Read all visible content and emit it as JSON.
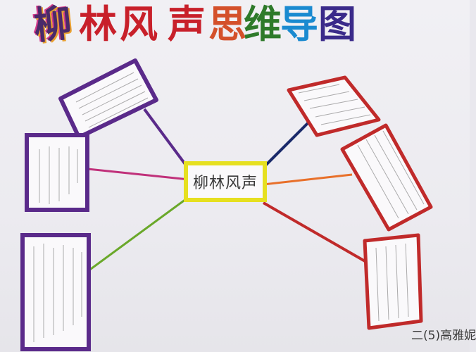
{
  "title": {
    "chars": [
      {
        "char": "柳",
        "color": "#4a2a6a"
      },
      {
        "char": "林",
        "color": "#c8202a"
      },
      {
        "char": "风",
        "color": "#c8202a"
      },
      {
        "char": "声",
        "color": "#c8202a"
      },
      {
        "char": "思",
        "color": "#d4502a"
      },
      {
        "char": "维",
        "color": "#2e7a2a"
      },
      {
        "char": "导",
        "color": "#1a8ad0"
      },
      {
        "char": "图",
        "color": "#3a2a8a"
      }
    ]
  },
  "center_node": {
    "label": "柳林风声",
    "border_color": "#e6e020"
  },
  "signature": "二(5)高雅妮",
  "colors": {
    "purple": "#5a2a8a",
    "red": "#c02a2a",
    "navy": "#1a2a6a",
    "orange": "#e8702a",
    "green": "#6aa82a",
    "magenta": "#c0307a",
    "yellow": "#e6e020"
  }
}
